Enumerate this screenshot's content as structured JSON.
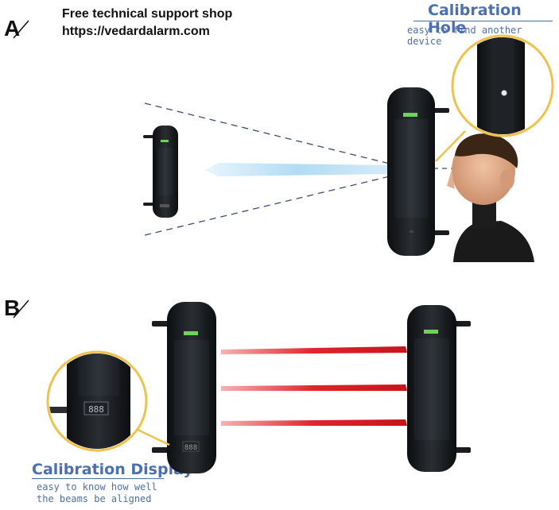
{
  "header": {
    "shop_title": "Free technical support shop",
    "shop_url": "https://vedardalarm.com"
  },
  "sections": {
    "a_label": "A",
    "b_label": "B"
  },
  "calibration_hole": {
    "title": "Calibration Hole",
    "subtitle": "easy to find another device"
  },
  "calibration_display": {
    "title": "Calibration Display",
    "subtitle_line1": "easy to know how well",
    "subtitle_line2": "the beams be aligned",
    "readout": "888"
  },
  "colors": {
    "accent_blue": "#4a6fb5",
    "callout_gold": "#f0c24a",
    "beam_red": "#e0242b",
    "beam_blue": "#a9d8f3",
    "device_body": "#15181b"
  }
}
